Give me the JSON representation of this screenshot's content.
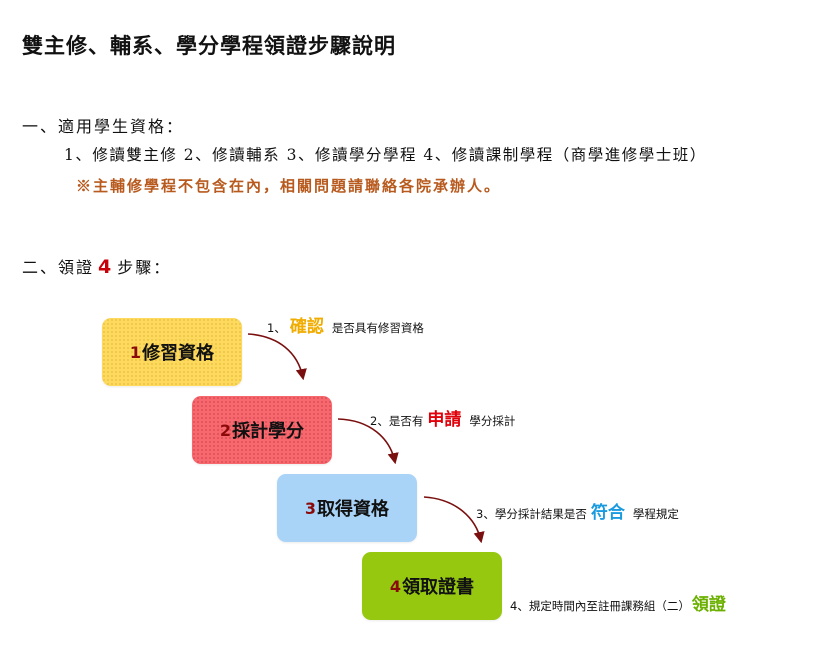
{
  "title": "雙主修、輔系、學分學程領證步驟說明",
  "section1": {
    "heading": "一、適用學生資格：",
    "items": "1、修讀雙主修 2、修讀輔系 3、修讀學分學程 4、修讀課制學程（商學進修學士班）",
    "note": "※主輔修學程不包含在內，相關問題請聯絡各院承辦人。"
  },
  "section2": {
    "heading_prefix": "二、領證",
    "step_count": "4",
    "heading_suffix": "步驟："
  },
  "steps": [
    {
      "num": "1",
      "label": "修習資格"
    },
    {
      "num": "2",
      "label": "採計學分"
    },
    {
      "num": "3",
      "label": "取得資格"
    },
    {
      "num": "4",
      "label": "領取證書"
    }
  ],
  "annotations": [
    {
      "prefix": "1、",
      "keyword": "確認",
      "suffix": "是否具有修習資格"
    },
    {
      "prefix": "2、是否有",
      "keyword": "申請",
      "suffix": "學分採計"
    },
    {
      "prefix": "3、學分採計結果是否",
      "keyword": "符合",
      "suffix": "學程規定"
    },
    {
      "prefix": "4、規定時間內至註冊課務組（二）",
      "keyword": "領證",
      "suffix": ""
    }
  ],
  "colors": {
    "step1": "#fdd95d",
    "step2": "#f7686e",
    "step3": "#a9d3f7",
    "step4": "#96c810",
    "arrow": "#7a0f0f",
    "note": "#b85a1e",
    "kw1": "#f0ac00",
    "kw2": "#e0000a",
    "kw3": "#1a9be0",
    "kw4": "#6bb000"
  }
}
